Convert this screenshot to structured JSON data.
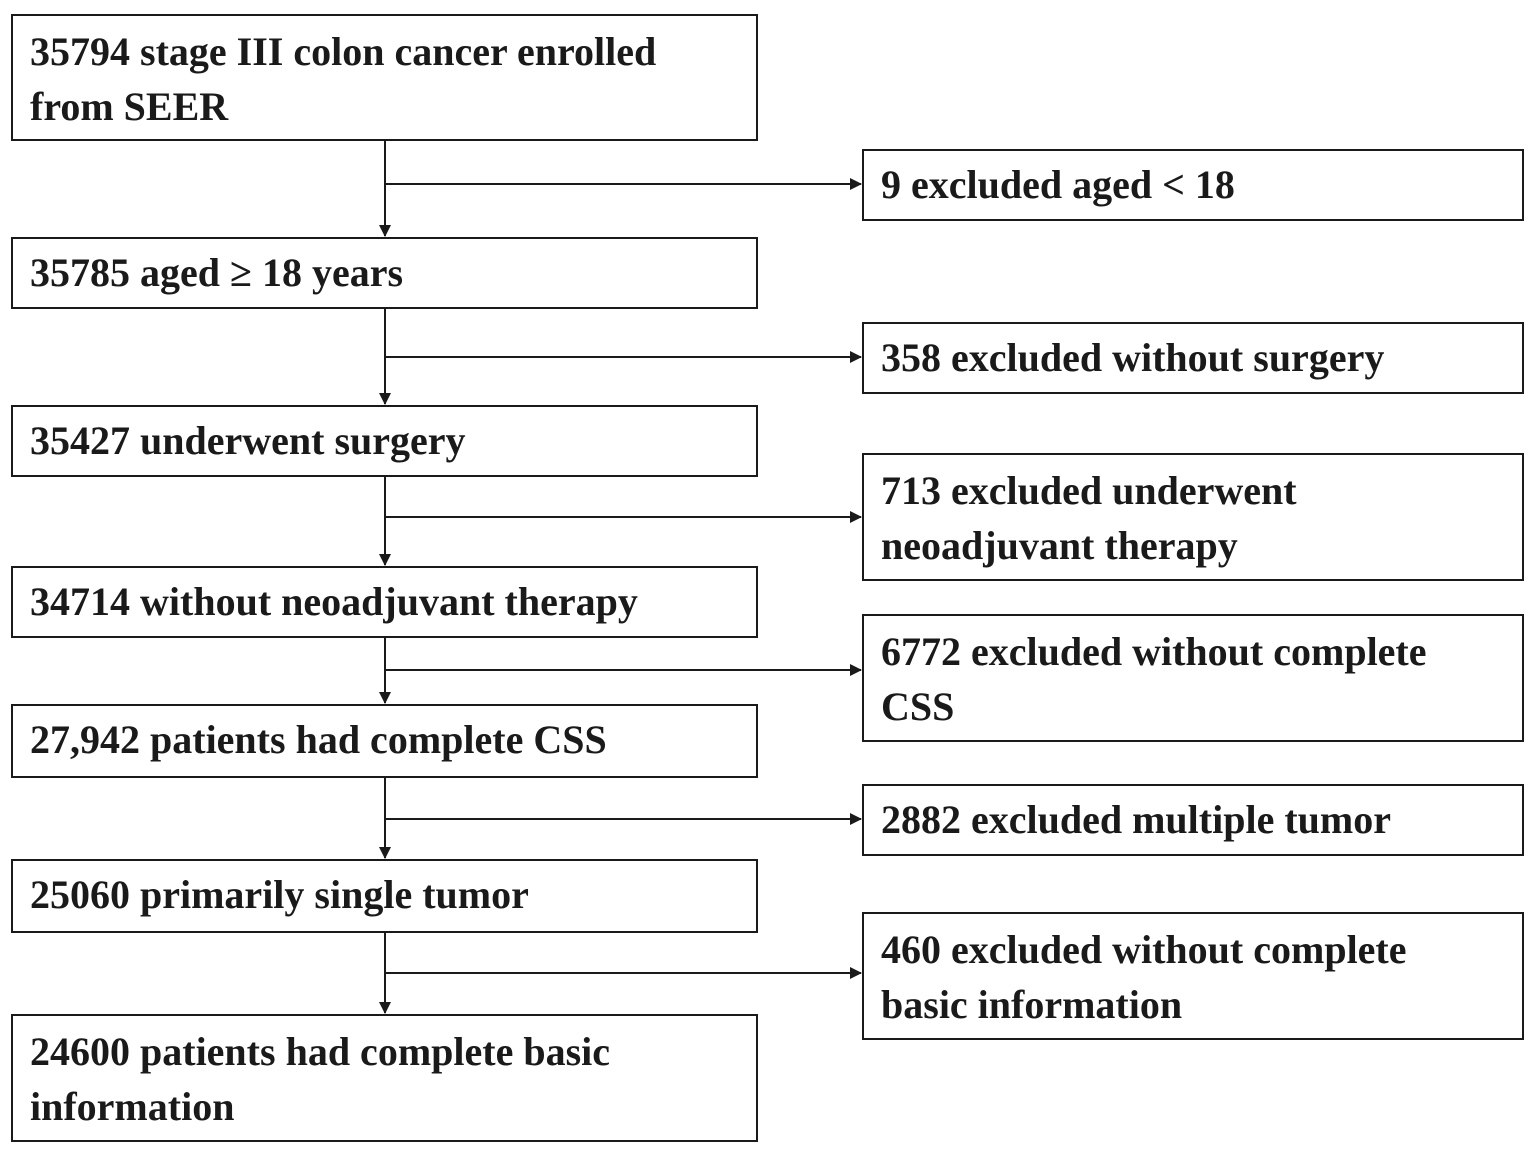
{
  "main_steps": [
    {
      "lines": [
        "35794 stage III colon cancer enrolled",
        "from SEER"
      ]
    },
    {
      "lines": [
        "35785 aged ≥ 18 years"
      ]
    },
    {
      "lines": [
        "35427 underwent surgery"
      ]
    },
    {
      "lines": [
        "34714 without neoadjuvant therapy"
      ]
    },
    {
      "lines": [
        "27,942 patients had complete CSS"
      ]
    },
    {
      "lines": [
        "25060 primarily single tumor"
      ]
    },
    {
      "lines": [
        "24600 patients had complete basic",
        "information"
      ]
    }
  ],
  "exclusions": [
    {
      "lines": [
        "9 excluded aged < 18"
      ]
    },
    {
      "lines": [
        "358 excluded without surgery"
      ]
    },
    {
      "lines": [
        "713 excluded underwent",
        "neoadjuvant therapy"
      ]
    },
    {
      "lines": [
        "6772 excluded without complete",
        "CSS"
      ]
    },
    {
      "lines": [
        "2882 excluded multiple tumor"
      ]
    },
    {
      "lines": [
        "460 excluded without complete",
        "basic information"
      ]
    }
  ]
}
